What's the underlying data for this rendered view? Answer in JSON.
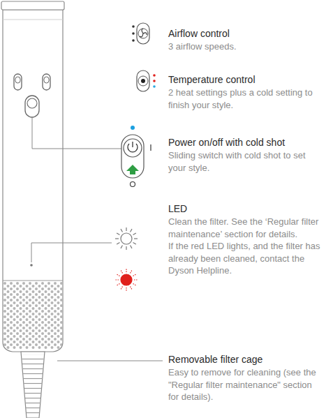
{
  "diagram": {
    "labels": [
      "Airflow control",
      "3 airflow speeds.",
      "Temperature control",
      "2 heat settings plus a cold setting to finish your style.",
      "Power on/off with cold shot",
      "Sliding switch with cold shot to set your style.",
      "LED",
      "Clean the filter. See the ‘Regular filter maintenance’ section for details.",
      "If the red LED lights, and the filter has already been cleaned, contact the Dyson Helpline.",
      "Removable filter cage",
      "Easy to remove for cleaning (see the \"Regular filter maintenance\" section for details)."
    ]
  }
}
